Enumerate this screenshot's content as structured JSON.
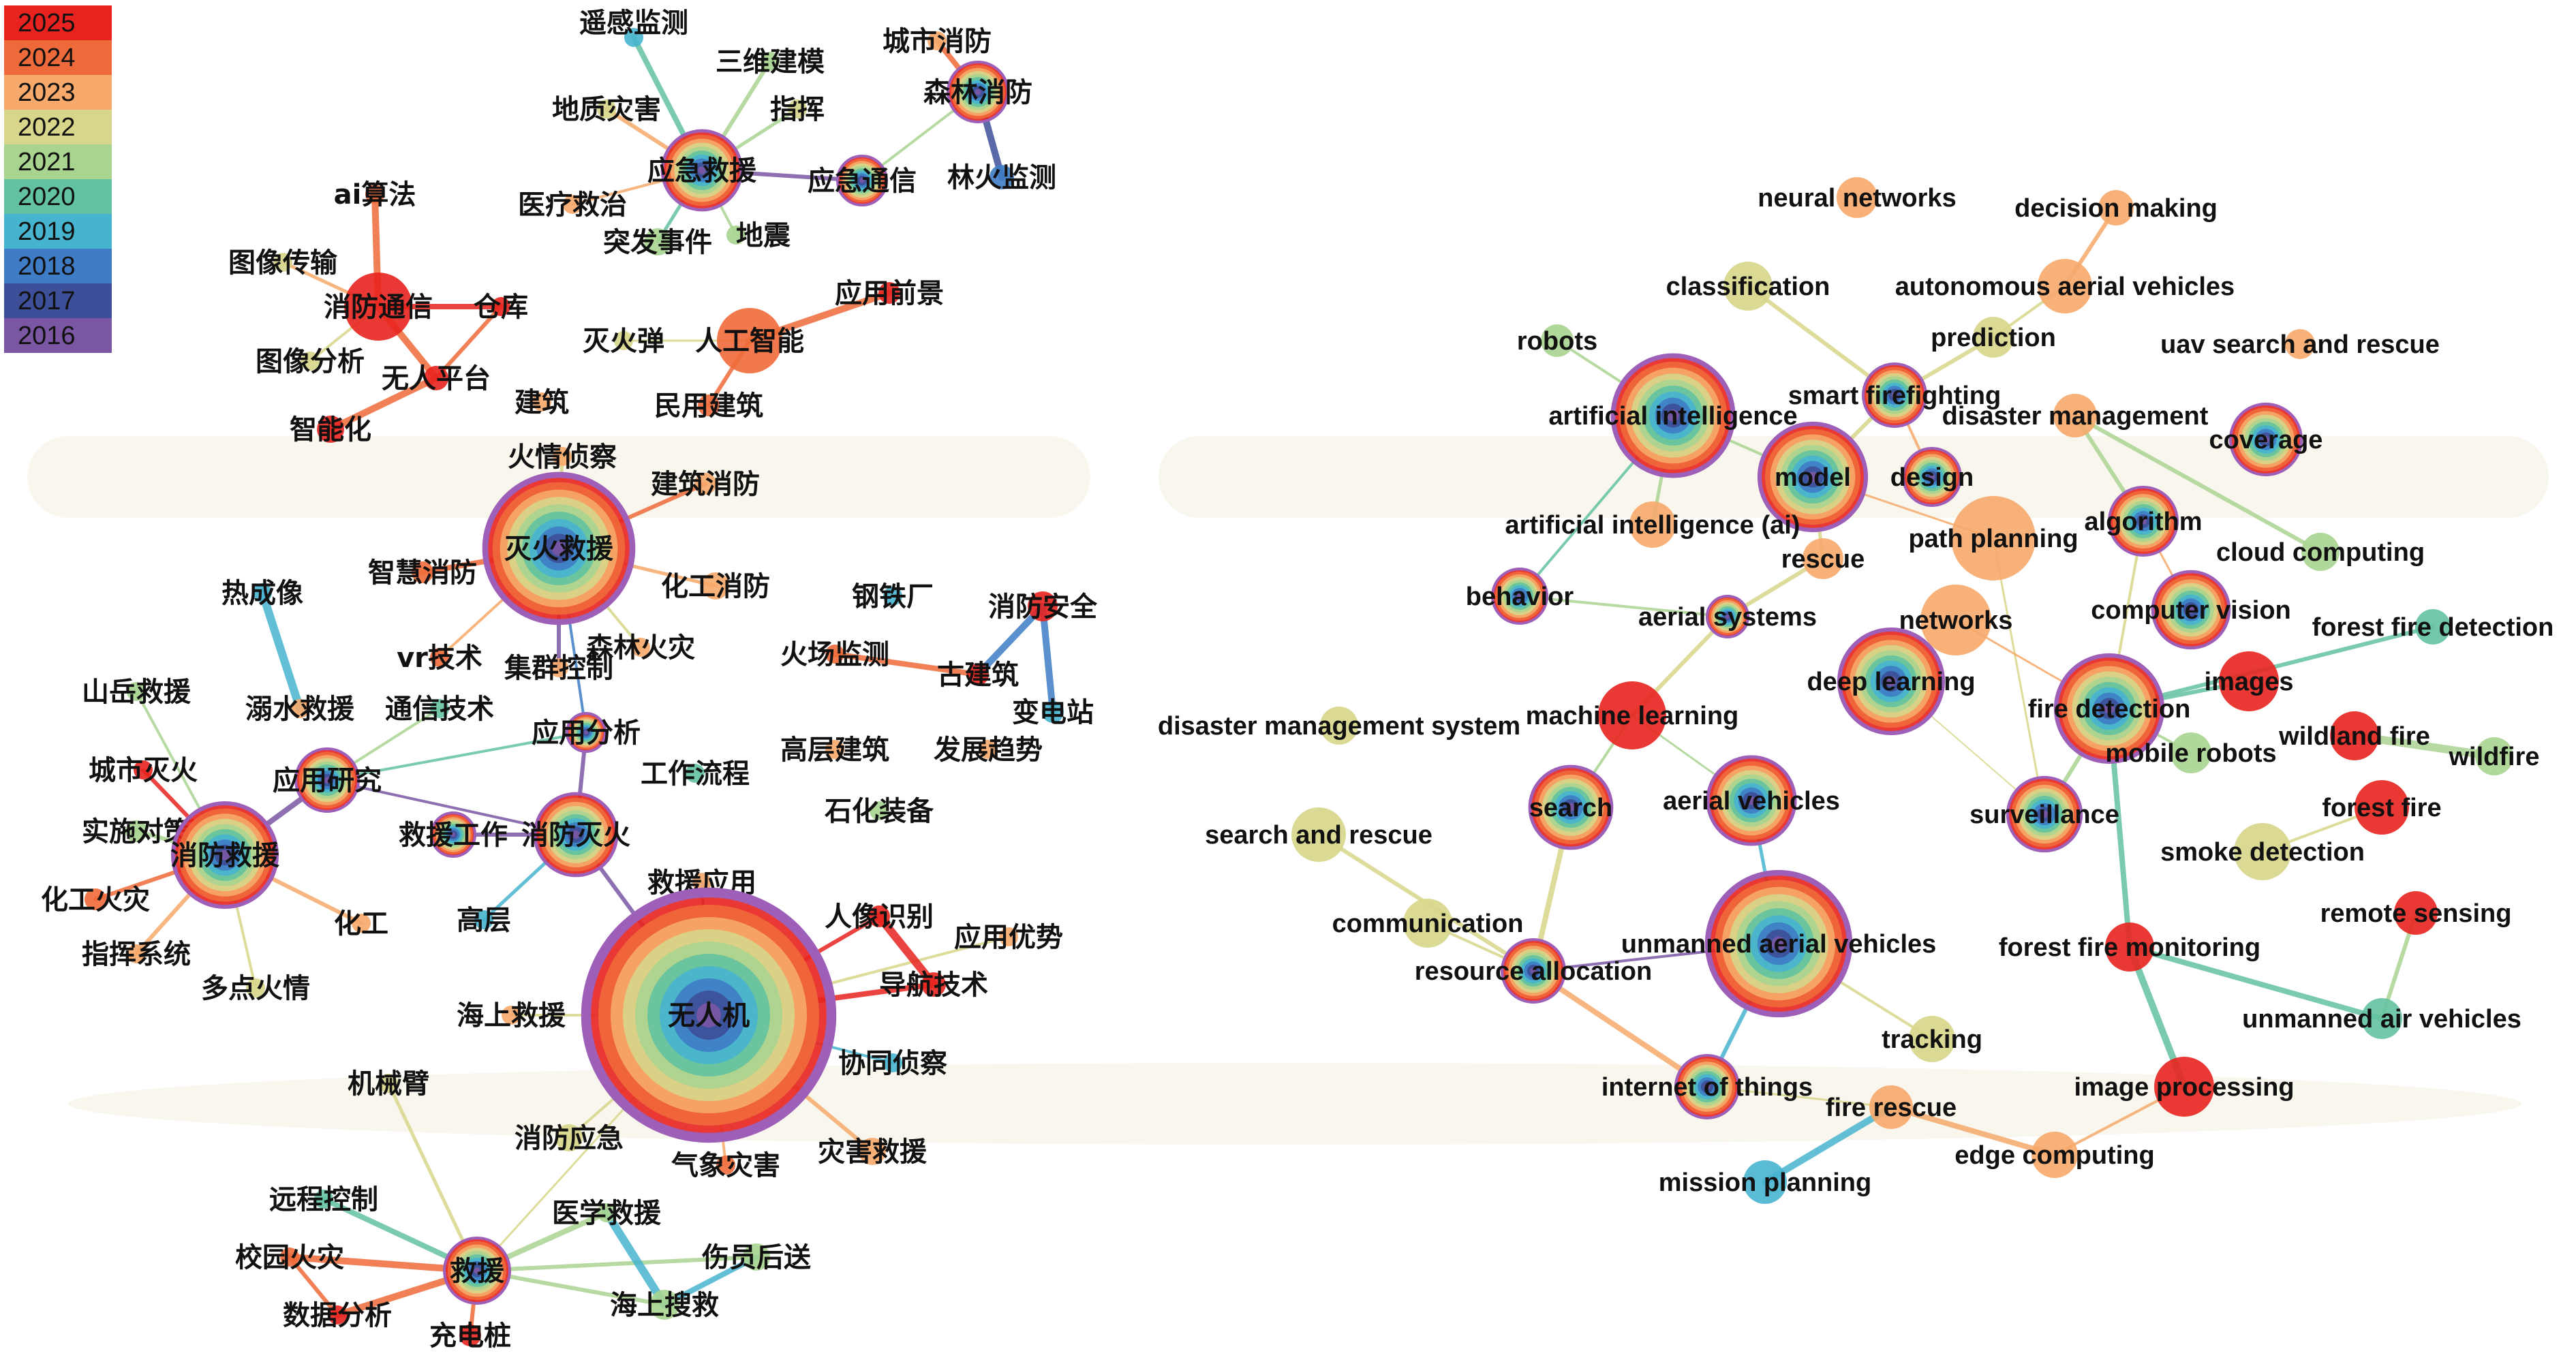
{
  "legend": {
    "years": [
      {
        "label": "2025",
        "color": "#e8231f"
      },
      {
        "label": "2024",
        "color": "#ef6a3a"
      },
      {
        "label": "2023",
        "color": "#f6a96a"
      },
      {
        "label": "2022",
        "color": "#d7d68a"
      },
      {
        "label": "2021",
        "color": "#a9d490"
      },
      {
        "label": "2020",
        "color": "#63c2a0"
      },
      {
        "label": "2019",
        "color": "#47b4cf"
      },
      {
        "label": "2018",
        "color": "#3e7cc5"
      },
      {
        "label": "2017",
        "color": "#3d4f98"
      },
      {
        "label": "2016",
        "color": "#7a56a3"
      }
    ]
  },
  "networks": [
    {
      "id": "zh",
      "nodes": [
        {
          "id": "n1",
          "label": "遥感监测",
          "r": 14,
          "year": "2019"
        },
        {
          "id": "n2",
          "label": "三维建模",
          "r": 14,
          "year": "2021"
        },
        {
          "id": "n3",
          "label": "城市消防",
          "r": 14,
          "year": "2023"
        },
        {
          "id": "n4",
          "label": "地质灾害",
          "r": 14,
          "year": "2022"
        },
        {
          "id": "n5",
          "label": "指挥",
          "r": 14,
          "year": "2022"
        },
        {
          "id": "n6",
          "label": "森林消防",
          "r": 44,
          "year": "2016",
          "ring": true
        },
        {
          "id": "n7",
          "label": "应急救援",
          "r": 58,
          "year": "2016",
          "ring": true
        },
        {
          "id": "n8",
          "label": "应急通信",
          "r": 36,
          "year": "2016",
          "ring": true
        },
        {
          "id": "n9",
          "label": "林火监测",
          "r": 18,
          "year": "2018"
        },
        {
          "id": "n10",
          "label": "ai算法",
          "r": 14,
          "year": "2024"
        },
        {
          "id": "n11",
          "label": "医疗救治",
          "r": 14,
          "year": "2023"
        },
        {
          "id": "n12",
          "label": "突发事件",
          "r": 20,
          "year": "2021"
        },
        {
          "id": "n13",
          "label": "地震",
          "r": 14,
          "year": "2021"
        },
        {
          "id": "n14",
          "label": "图像传输",
          "r": 14,
          "year": "2022"
        },
        {
          "id": "n15",
          "label": "消防通信",
          "r": 50,
          "year": "2025"
        },
        {
          "id": "n16",
          "label": "仓库",
          "r": 14,
          "year": "2025"
        },
        {
          "id": "n17",
          "label": "应用前景",
          "r": 16,
          "year": "2025"
        },
        {
          "id": "n18",
          "label": "人工智能",
          "r": 48,
          "year": "2024"
        },
        {
          "id": "n19",
          "label": "灭火弹",
          "r": 14,
          "year": "2022"
        },
        {
          "id": "n20",
          "label": "图像分析",
          "r": 14,
          "year": "2022"
        },
        {
          "id": "n21",
          "label": "无人平台",
          "r": 18,
          "year": "2025"
        },
        {
          "id": "n22",
          "label": "建筑",
          "r": 14,
          "year": "2023"
        },
        {
          "id": "n23",
          "label": "民用建筑",
          "r": 16,
          "year": "2024"
        },
        {
          "id": "n24",
          "label": "智能化",
          "r": 20,
          "year": "2025"
        },
        {
          "id": "n25",
          "label": "火情侦察",
          "r": 14,
          "year": "2023"
        },
        {
          "id": "n26",
          "label": "建筑消防",
          "r": 16,
          "year": "2023"
        },
        {
          "id": "n27",
          "label": "灭火救援",
          "r": 108,
          "year": "2016",
          "ring": true
        },
        {
          "id": "n28",
          "label": "智慧消防",
          "r": 16,
          "year": "2024"
        },
        {
          "id": "n29",
          "label": "化工消防",
          "r": 20,
          "year": "2023"
        },
        {
          "id": "n30",
          "label": "热成像",
          "r": 14,
          "year": "2019"
        },
        {
          "id": "n31",
          "label": "钢铁厂",
          "r": 14,
          "year": "2019"
        },
        {
          "id": "n32",
          "label": "消防安全",
          "r": 22,
          "year": "2025"
        },
        {
          "id": "n33",
          "label": "vr技术",
          "r": 14,
          "year": "2024"
        },
        {
          "id": "n34",
          "label": "集群控制",
          "r": 14,
          "year": "2023"
        },
        {
          "id": "n35",
          "label": "森林火灾",
          "r": 14,
          "year": "2023"
        },
        {
          "id": "n36",
          "label": "火场监测",
          "r": 14,
          "year": "2024"
        },
        {
          "id": "n37",
          "label": "古建筑",
          "r": 16,
          "year": "2025"
        },
        {
          "id": "n38",
          "label": "山岳救援",
          "r": 14,
          "year": "2021"
        },
        {
          "id": "n39",
          "label": "溺水救援",
          "r": 14,
          "year": "2023"
        },
        {
          "id": "n40",
          "label": "通信技术",
          "r": 14,
          "year": "2020"
        },
        {
          "id": "n41",
          "label": "应用分析",
          "r": 28,
          "year": "2016",
          "ring": true
        },
        {
          "id": "n42",
          "label": "变电站",
          "r": 16,
          "year": "2019"
        },
        {
          "id": "n43",
          "label": "城市灭火",
          "r": 14,
          "year": "2025"
        },
        {
          "id": "n44",
          "label": "应用研究",
          "r": 46,
          "year": "2016",
          "ring": true
        },
        {
          "id": "n45",
          "label": "高层建筑",
          "r": 14,
          "year": "2023"
        },
        {
          "id": "n46",
          "label": "发展趋势",
          "r": 14,
          "year": "2023"
        },
        {
          "id": "n47",
          "label": "工作流程",
          "r": 14,
          "year": "2020"
        },
        {
          "id": "n48",
          "label": "实施对策",
          "r": 16,
          "year": "2021"
        },
        {
          "id": "n49",
          "label": "消防救援",
          "r": 76,
          "year": "2025",
          "ring": true
        },
        {
          "id": "n50",
          "label": "救援工作",
          "r": 32,
          "year": "2016",
          "ring": true
        },
        {
          "id": "n51",
          "label": "消防灭火",
          "r": 60,
          "year": "2016",
          "ring": true
        },
        {
          "id": "n52",
          "label": "石化装备",
          "r": 14,
          "year": "2021"
        },
        {
          "id": "n53",
          "label": "化工火灾",
          "r": 16,
          "year": "2024"
        },
        {
          "id": "n54",
          "label": "化工",
          "r": 14,
          "year": "2023"
        },
        {
          "id": "n55",
          "label": "高层",
          "r": 14,
          "year": "2019"
        },
        {
          "id": "n56",
          "label": "救援应用",
          "r": 14,
          "year": "2023"
        },
        {
          "id": "n57",
          "label": "人像识别",
          "r": 16,
          "year": "2025"
        },
        {
          "id": "n58",
          "label": "应用优势",
          "r": 14,
          "year": "2023"
        },
        {
          "id": "n59",
          "label": "指挥系统",
          "r": 14,
          "year": "2023"
        },
        {
          "id": "n60",
          "label": "多点火情",
          "r": 14,
          "year": "2022"
        },
        {
          "id": "n61",
          "label": "导航技术",
          "r": 18,
          "year": "2025"
        },
        {
          "id": "n62",
          "label": "无人机",
          "r": 180,
          "year": "2016",
          "ring": true
        },
        {
          "id": "n63",
          "label": "海上救援",
          "r": 14,
          "year": "2023"
        },
        {
          "id": "n64",
          "label": "协同侦察",
          "r": 14,
          "year": "2019"
        },
        {
          "id": "n65",
          "label": "机械臂",
          "r": 14,
          "year": "2022"
        },
        {
          "id": "n66",
          "label": "消防应急",
          "r": 20,
          "year": "2022"
        },
        {
          "id": "n67",
          "label": "灾害救援",
          "r": 20,
          "year": "2023"
        },
        {
          "id": "n68",
          "label": "气象灾害",
          "r": 14,
          "year": "2024"
        },
        {
          "id": "n69",
          "label": "远程控制",
          "r": 14,
          "year": "2020"
        },
        {
          "id": "n70",
          "label": "医学救援",
          "r": 14,
          "year": "2021"
        },
        {
          "id": "n71",
          "label": "伤员后送",
          "r": 20,
          "year": "2021"
        },
        {
          "id": "n72",
          "label": "校园火灾",
          "r": 14,
          "year": "2024"
        },
        {
          "id": "n73",
          "label": "救援",
          "r": 48,
          "year": "2016",
          "ring": true
        },
        {
          "id": "n74",
          "label": "数据分析",
          "r": 14,
          "year": "2025"
        },
        {
          "id": "n75",
          "label": "海上搜救",
          "r": 22,
          "year": "2021"
        },
        {
          "id": "n76",
          "label": "充电桩",
          "r": 16,
          "year": "2025"
        }
      ]
    },
    {
      "id": "en",
      "nodes": [
        {
          "id": "e1",
          "label": "neural networks",
          "r": 30,
          "year": "2023"
        },
        {
          "id": "e2",
          "label": "decision making",
          "r": 26,
          "year": "2023"
        },
        {
          "id": "e3",
          "label": "classification",
          "r": 36,
          "year": "2022"
        },
        {
          "id": "e4",
          "label": "autonomous aerial vehicles",
          "r": 40,
          "year": "2023"
        },
        {
          "id": "e5",
          "label": "robots",
          "r": 24,
          "year": "2021"
        },
        {
          "id": "e6",
          "label": "prediction",
          "r": 30,
          "year": "2022"
        },
        {
          "id": "e7",
          "label": "uav search and rescue",
          "r": 22,
          "year": "2023"
        },
        {
          "id": "e8",
          "label": "smart firefighting",
          "r": 46,
          "year": "2016",
          "ring": true
        },
        {
          "id": "e9",
          "label": "artificial intelligence",
          "r": 88,
          "year": "2016",
          "ring": true
        },
        {
          "id": "e10",
          "label": "disaster management",
          "r": 32,
          "year": "2023"
        },
        {
          "id": "e11",
          "label": "coverage",
          "r": 52,
          "year": "2025",
          "ring": true
        },
        {
          "id": "e12",
          "label": "model",
          "r": 78,
          "year": "2016",
          "ring": true
        },
        {
          "id": "e13",
          "label": "design",
          "r": 42,
          "year": "2016",
          "ring": true
        },
        {
          "id": "e14",
          "label": "algorithm",
          "r": 50,
          "year": "2016",
          "ring": true
        },
        {
          "id": "e15",
          "label": "artificial intelligence (ai)",
          "r": 34,
          "year": "2023"
        },
        {
          "id": "e16",
          "label": "path planning",
          "r": 62,
          "year": "2023"
        },
        {
          "id": "e17",
          "label": "cloud computing",
          "r": 28,
          "year": "2021"
        },
        {
          "id": "e18",
          "label": "rescue",
          "r": 30,
          "year": "2023"
        },
        {
          "id": "e19",
          "label": "behavior",
          "r": 40,
          "year": "2016",
          "ring": true
        },
        {
          "id": "e20",
          "label": "computer vision",
          "r": 56,
          "year": "2025",
          "ring": true
        },
        {
          "id": "e21",
          "label": "aerial systems",
          "r": 30,
          "year": "2016",
          "ring": true
        },
        {
          "id": "e22",
          "label": "networks",
          "r": 52,
          "year": "2023"
        },
        {
          "id": "e23",
          "label": "forest fire detection",
          "r": 26,
          "year": "2020"
        },
        {
          "id": "e24",
          "label": "deep learning",
          "r": 76,
          "year": "2016",
          "ring": true
        },
        {
          "id": "e25",
          "label": "images",
          "r": 44,
          "year": "2025"
        },
        {
          "id": "e26",
          "label": "fire detection",
          "r": 78,
          "year": "2016",
          "ring": true
        },
        {
          "id": "e27",
          "label": "machine learning",
          "r": 50,
          "year": "2025"
        },
        {
          "id": "e28",
          "label": "disaster management system",
          "r": 28,
          "year": "2022"
        },
        {
          "id": "e29",
          "label": "wildland fire",
          "r": 36,
          "year": "2025"
        },
        {
          "id": "e30",
          "label": "mobile robots",
          "r": 30,
          "year": "2021"
        },
        {
          "id": "e31",
          "label": "wildfire",
          "r": 28,
          "year": "2021"
        },
        {
          "id": "e32",
          "label": "search",
          "r": 60,
          "year": "2025",
          "ring": true
        },
        {
          "id": "e33",
          "label": "aerial vehicles",
          "r": 64,
          "year": "2016",
          "ring": true
        },
        {
          "id": "e34",
          "label": "surveillance",
          "r": 54,
          "year": "2016",
          "ring": true
        },
        {
          "id": "e35",
          "label": "forest fire",
          "r": 40,
          "year": "2025"
        },
        {
          "id": "e36",
          "label": "search and rescue",
          "r": 40,
          "year": "2022"
        },
        {
          "id": "e37",
          "label": "smoke detection",
          "r": 42,
          "year": "2022"
        },
        {
          "id": "e38",
          "label": "communication",
          "r": 36,
          "year": "2022"
        },
        {
          "id": "e39",
          "label": "remote sensing",
          "r": 32,
          "year": "2025"
        },
        {
          "id": "e40",
          "label": "unmanned aerial vehicles",
          "r": 104,
          "year": "2016",
          "ring": true
        },
        {
          "id": "e41",
          "label": "forest fire monitoring",
          "r": 36,
          "year": "2025"
        },
        {
          "id": "e42",
          "label": "resource allocation",
          "r": 46,
          "year": "2016",
          "ring": true
        },
        {
          "id": "e43",
          "label": "unmanned air vehicles",
          "r": 30,
          "year": "2020"
        },
        {
          "id": "e44",
          "label": "tracking",
          "r": 34,
          "year": "2022"
        },
        {
          "id": "e45",
          "label": "internet of things",
          "r": 46,
          "year": "2016",
          "ring": true
        },
        {
          "id": "e46",
          "label": "image processing",
          "r": 44,
          "year": "2025"
        },
        {
          "id": "e47",
          "label": "fire rescue",
          "r": 32,
          "year": "2023"
        },
        {
          "id": "e48",
          "label": "edge computing",
          "r": 34,
          "year": "2023"
        },
        {
          "id": "e49",
          "label": "mission planning",
          "r": 32,
          "year": "2019"
        }
      ]
    }
  ]
}
